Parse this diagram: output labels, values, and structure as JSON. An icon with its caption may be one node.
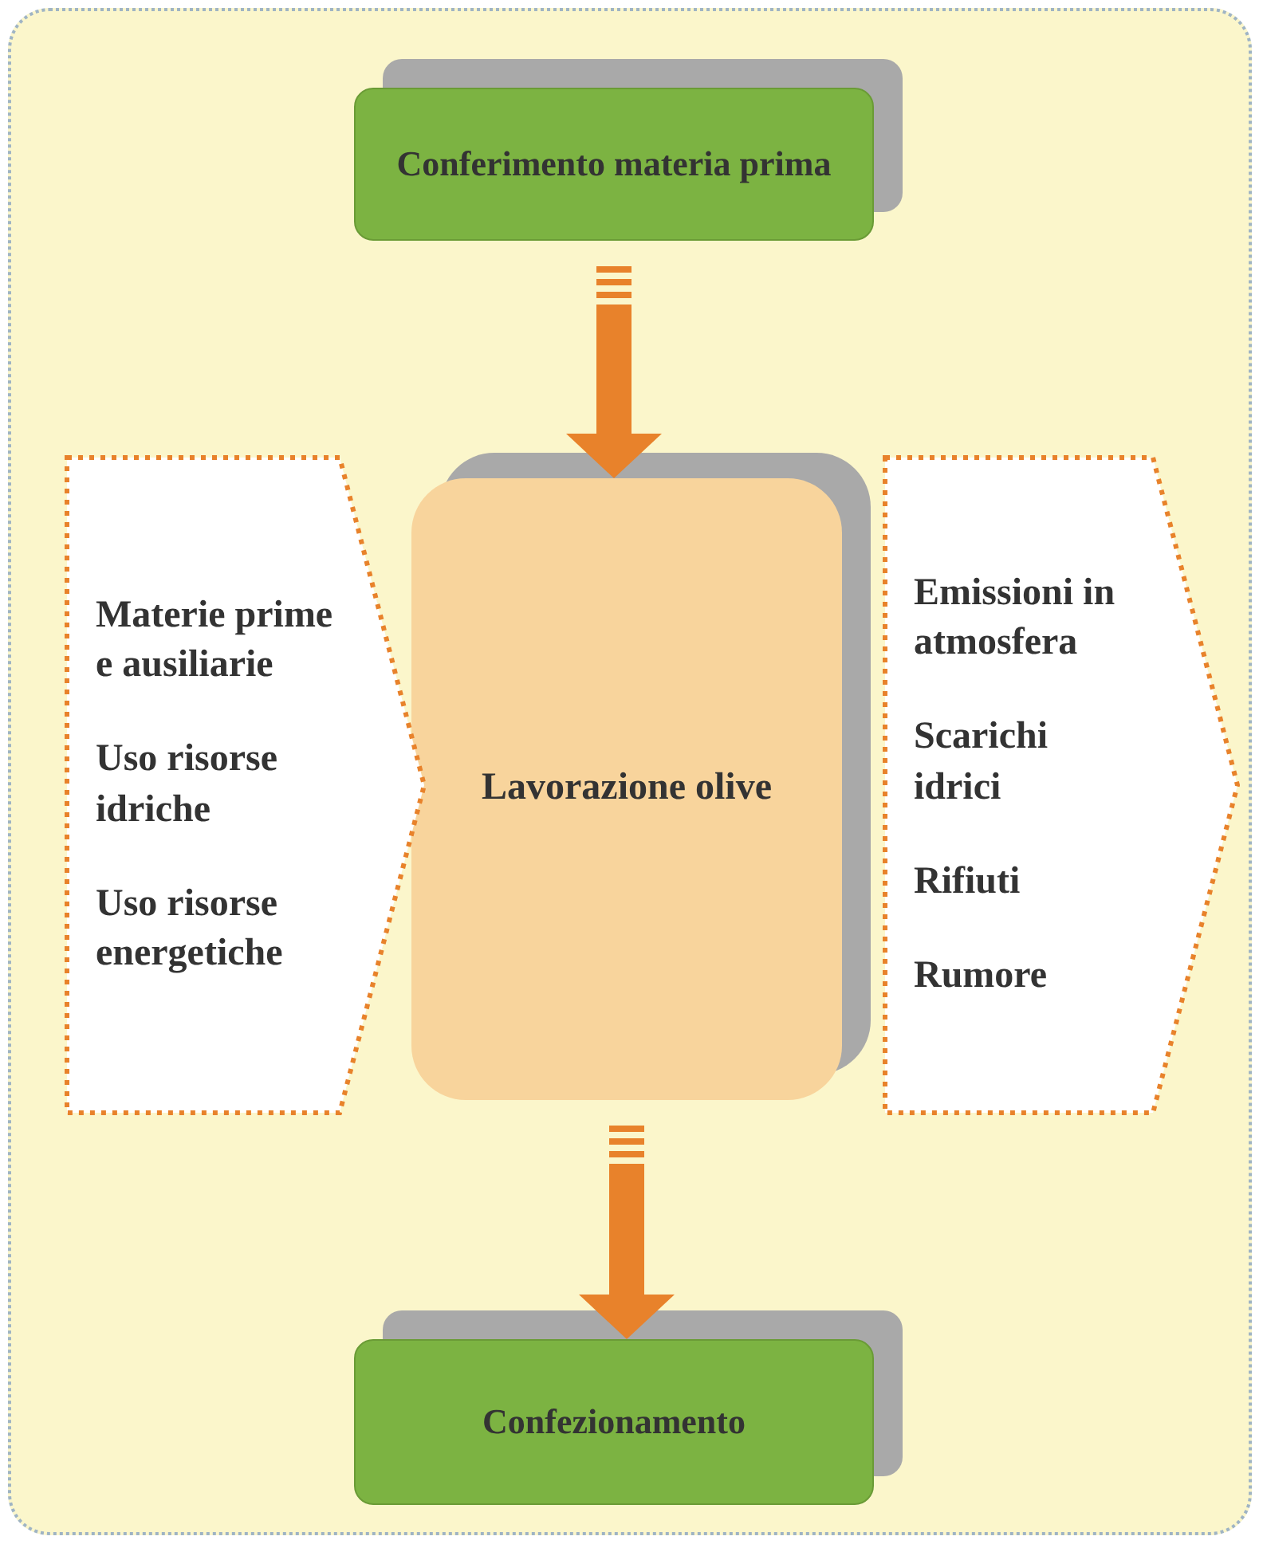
{
  "diagram": {
    "nodes": [
      {
        "text": [
          "Conferimento materia prima"
        ]
      },
      {
        "text": [
          "Lavorazione olive"
        ]
      },
      {
        "text": [
          "Confezionamento"
        ]
      },
      {
        "text": [
          "Materie prime e ausiliarie",
          "Uso risorse idriche",
          "Uso risorse energetiche"
        ]
      },
      {
        "text": [
          "Emissioni in atmosfera",
          "Scarichi idrici",
          "Rifiuti",
          "Rumore"
        ]
      }
    ],
    "edges": [
      {
        "from": 0,
        "to": 1,
        "arrow": "to"
      },
      {
        "from": 1,
        "to": 2,
        "arrow": "to"
      }
    ]
  }
}
